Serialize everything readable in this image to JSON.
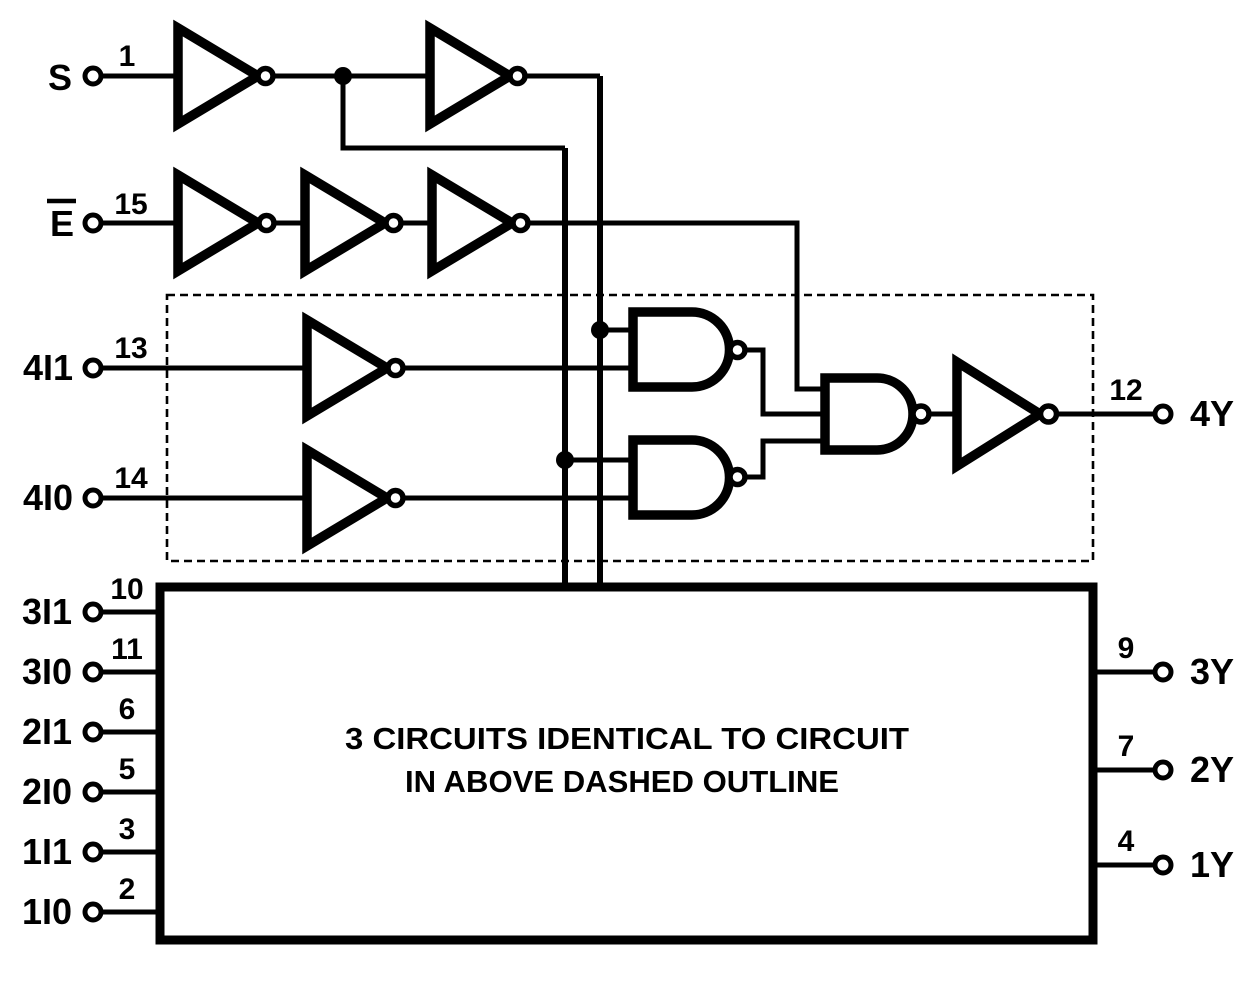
{
  "diagram": {
    "kind": "logic-diagram",
    "box_note": {
      "line1": "3 CIRCUITS IDENTICAL TO CIRCUIT",
      "line2": "IN ABOVE DASHED OUTLINE"
    },
    "inputs": [
      {
        "label": "S",
        "pin": "1",
        "overline": false
      },
      {
        "label": "E",
        "pin": "15",
        "overline": true
      },
      {
        "label": "4I1",
        "pin": "13",
        "overline": false
      },
      {
        "label": "4I0",
        "pin": "14",
        "overline": false
      },
      {
        "label": "3I1",
        "pin": "10",
        "overline": false
      },
      {
        "label": "3I0",
        "pin": "11",
        "overline": false
      },
      {
        "label": "2I1",
        "pin": "6",
        "overline": false
      },
      {
        "label": "2I0",
        "pin": "5",
        "overline": false
      },
      {
        "label": "1I1",
        "pin": "3",
        "overline": false
      },
      {
        "label": "1I0",
        "pin": "2",
        "overline": false
      }
    ],
    "outputs": [
      {
        "label": "4Y",
        "pin": "12"
      },
      {
        "label": "3Y",
        "pin": "9"
      },
      {
        "label": "2Y",
        "pin": "7"
      },
      {
        "label": "1Y",
        "pin": "4"
      }
    ],
    "colors": {
      "ink": "#000000",
      "background": "#ffffff"
    }
  }
}
